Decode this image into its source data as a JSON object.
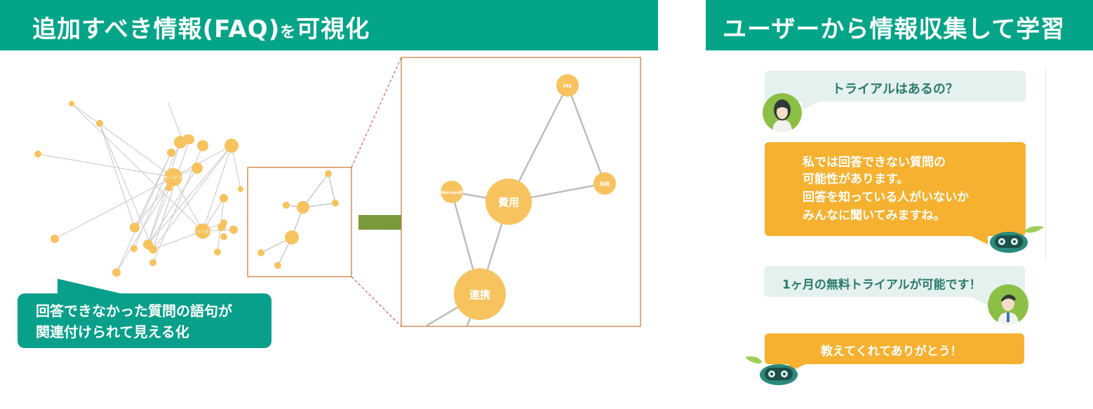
{
  "banners": {
    "left_main": "追加すべき情報(FAQ)",
    "left_particle": "を",
    "left_end": "可視化",
    "right": "ユーザーから情報収集して学習"
  },
  "callout": {
    "line1": "回答できなかった質問の語句が",
    "line2": "関連付けられて見える化"
  },
  "zoom_nodes": {
    "ms": "MS",
    "microsoft": "Microsoft",
    "hiyou": "費用",
    "riyou": "利用",
    "renkei": "連携"
  },
  "overview_labels": {
    "service": "サービス",
    "other": "チャットボット"
  },
  "chat": {
    "q1": "トライアルはあるの？",
    "r1_line1": "私では回答できない質問の",
    "r1_line2": "可能性があります。",
    "r1_line3": "回答を知っている人がいないか",
    "r1_line4": "みんなに聞いてみますね。",
    "q2": "1ヶ月の無料トライアルが可能です！",
    "r2": "教えてくれてありがとう！"
  },
  "colors": {
    "banner": "#04a488",
    "node": "#f7c35f",
    "edge": "#c8c8c8",
    "zoom_border": "#c8752b",
    "arrow": "#789a3a",
    "bubble_gray": "#e4f1ee",
    "bubble_orange": "#f5b12f"
  }
}
